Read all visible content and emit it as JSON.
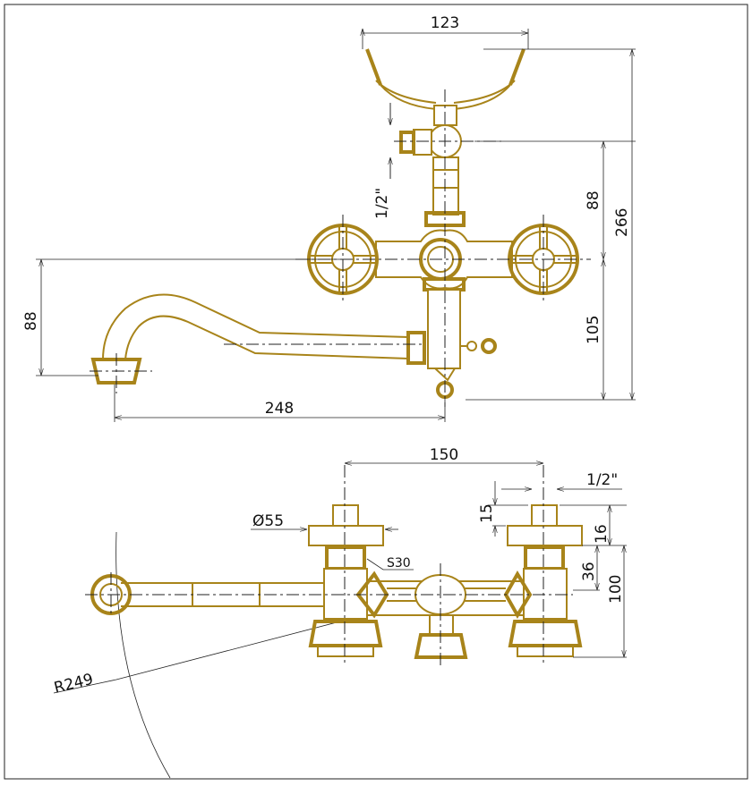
{
  "drawing": {
    "title": "Bath mixer technical drawing",
    "accent_color": "#A8841A",
    "front_view": {
      "dim_holder_width": "123",
      "dim_outlet_thread": "1/2\"",
      "dim_holder_height": "88",
      "dim_total_height": "266",
      "dim_spout_height": "88",
      "dim_lower_height": "105",
      "dim_spout_length": "248"
    },
    "top_view": {
      "dim_centers": "150",
      "dim_inlet_thread": "1/2\"",
      "dim_handle_diameter": "Ø55",
      "dim_nut_size": "S30",
      "dim_15": "15",
      "dim_16": "16",
      "dim_36": "36",
      "dim_100": "100",
      "dim_swing_radius": "R249"
    }
  }
}
